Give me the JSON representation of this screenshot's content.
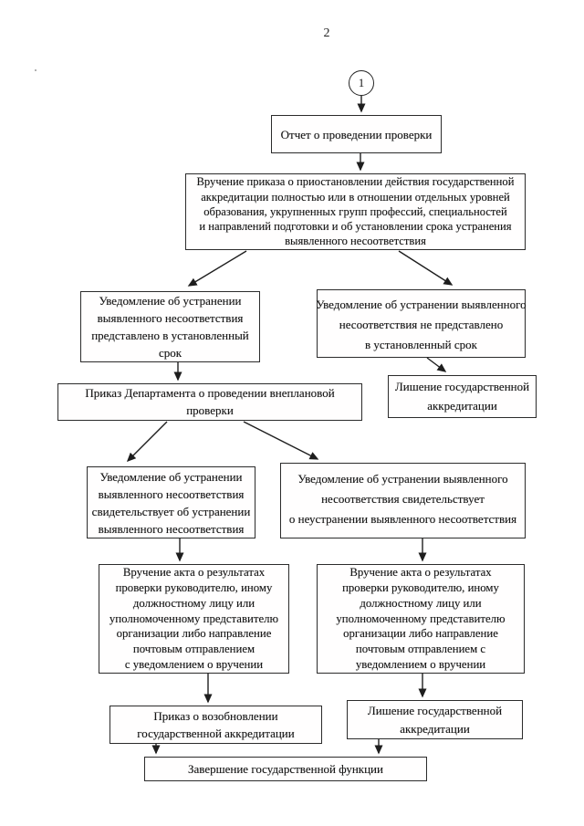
{
  "page": {
    "number": "2"
  },
  "connector": {
    "circle_label": "1"
  },
  "colors": {
    "line": "#1e1e1e",
    "text": "#161616",
    "background": "#ffffff"
  },
  "nodes": {
    "report": {
      "lines": [
        "Отчет о проведении проверки"
      ]
    },
    "suspension_order": {
      "lines": [
        "Вручение приказа о приостановлении действия государственной",
        "аккредитации полностью или в отношении отдельных уровней",
        "образования, укрупненных групп профессий, специальностей",
        "и направлений подготовки и об установлении срока устранения",
        "выявленного несоответствия"
      ]
    },
    "notice_submitted": {
      "lines": [
        "Уведомление об устранении",
        "выявленного несоответствия",
        "представлено в установленный",
        "срок"
      ]
    },
    "notice_not_submitted": {
      "lines": [
        "Уведомление об устранении выявленного",
        "несоответствия не представлено",
        "в установленный срок"
      ]
    },
    "unscheduled_order": {
      "lines": [
        "Приказ Департамента о проведении внеплановой",
        "проверки"
      ]
    },
    "revocation_first": {
      "lines": [
        "Лишение государственной",
        "аккредитации"
      ]
    },
    "notice_elimination": {
      "lines": [
        "Уведомление об устранении",
        "выявленного несоответствия",
        "свидетельствует об устранении",
        "выявленного несоответствия"
      ]
    },
    "notice_non_elimination": {
      "lines": [
        "Уведомление об устранении выявленного",
        "несоответствия свидетельствует",
        "о неустранении выявленного несоответствия"
      ]
    },
    "act_delivery_left": {
      "lines": [
        "Вручение акта о результатах",
        "проверки руководителю, иному",
        "должностному лицу или",
        "уполномоченному представителю",
        "организации либо направление",
        "почтовым отправлением",
        "с уведомлением о вручении"
      ]
    },
    "act_delivery_right": {
      "lines": [
        "Вручение акта о результатах",
        "проверки руководителю, иному",
        "должностному лицу или",
        "уполномоченному представителю",
        "организации либо направление",
        "почтовым отправлением с",
        "уведомлением о вручении"
      ]
    },
    "resumption_order": {
      "lines": [
        "Приказ о возобновлении",
        "государственной аккредитации"
      ]
    },
    "revocation_second": {
      "lines": [
        "Лишение государственной",
        "аккредитации"
      ]
    },
    "completion": {
      "lines": [
        "Завершение государственной функции"
      ]
    }
  }
}
